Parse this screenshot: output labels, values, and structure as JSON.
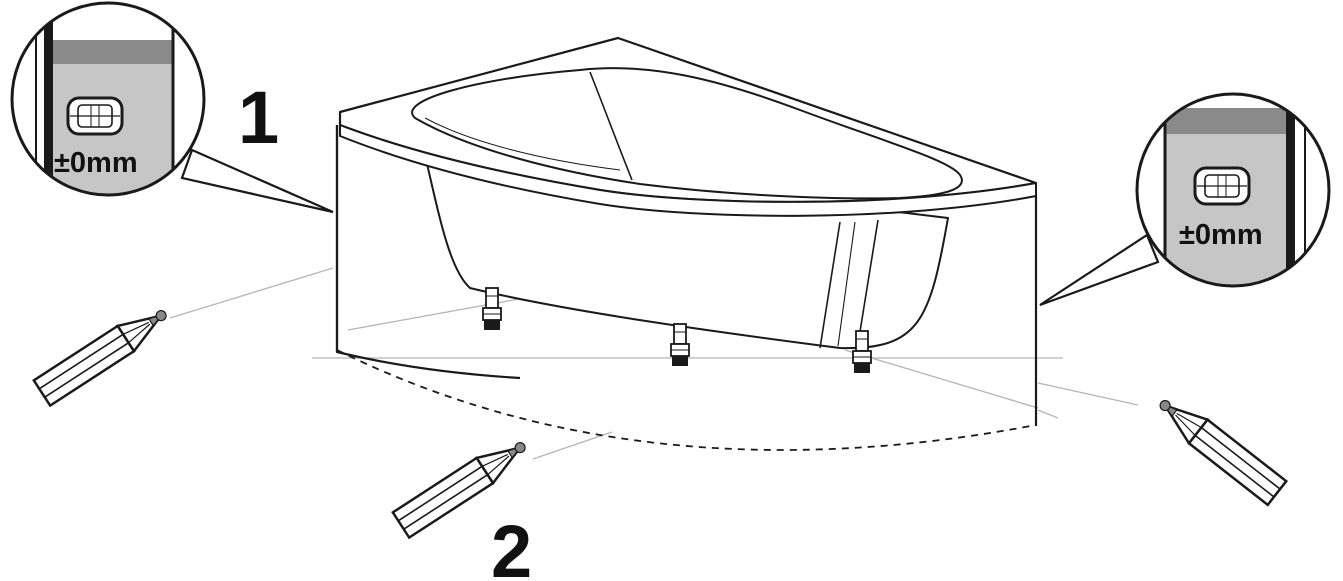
{
  "diagram": {
    "step_labels": [
      "1",
      "2"
    ],
    "callouts": [
      {
        "id": "left",
        "reading": "±0mm"
      },
      {
        "id": "right",
        "reading": "±0mm"
      }
    ],
    "colors": {
      "line": "#1a1a1a",
      "guide": "#b5b5b5",
      "gauge_fill": "#c6c6c6",
      "gauge_band": "#8a8a8a",
      "pencil_tip": "#888888"
    },
    "icons": [
      "spirit-level-icon",
      "pencil-icon",
      "bathtub-icon"
    ]
  }
}
